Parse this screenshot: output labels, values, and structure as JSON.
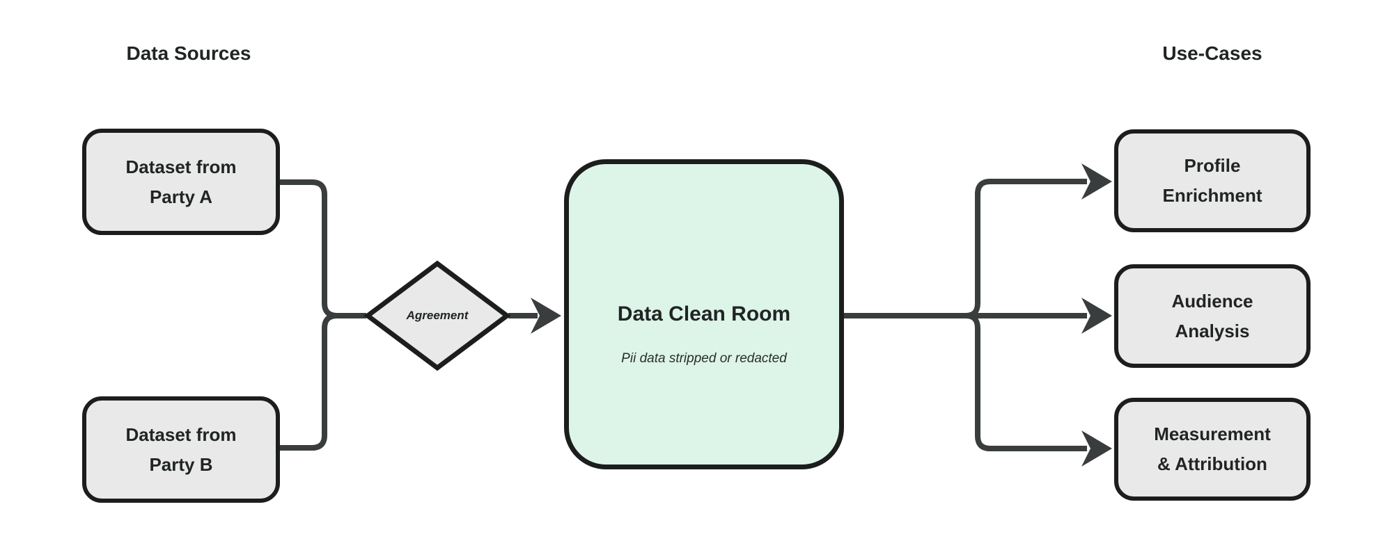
{
  "diagram": {
    "headers": {
      "left": "Data Sources",
      "right": "Use-Cases"
    },
    "sources": [
      {
        "label": "Dataset from\nParty A"
      },
      {
        "label": "Dataset from\nParty B"
      }
    ],
    "gate": {
      "label": "Agreement"
    },
    "clean_room": {
      "title": "Data Clean Room",
      "subtitle": "Pii data stripped or redacted"
    },
    "use_cases": [
      {
        "label": "Profile\nEnrichment"
      },
      {
        "label": "Audience\nAnalysis"
      },
      {
        "label": "Measurement\n& Attribution"
      }
    ],
    "colors": {
      "background": "#ffffff",
      "node_fill": "#e9e9e9",
      "node_border": "#1c1d1d",
      "clean_room_fill": "#ddf5e8",
      "connector": "#3a3d3d",
      "text": "#212425"
    }
  }
}
